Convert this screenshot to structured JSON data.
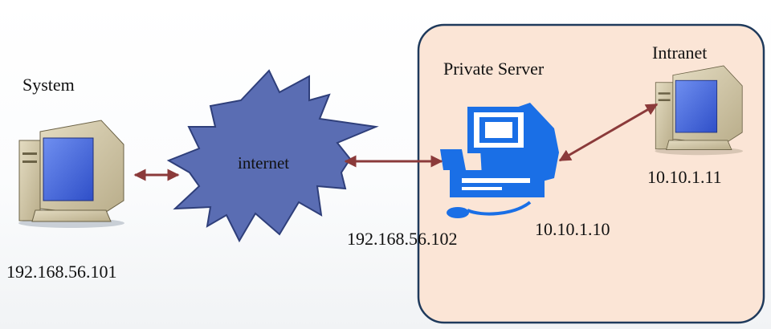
{
  "labels": {
    "system": "System",
    "internet": "internet",
    "private_server": "Private Server",
    "intranet": "Intranet"
  },
  "ips": {
    "system": "192.168.56.101",
    "private_server_external": "192.168.56.102",
    "private_server_internal": "10.10.1.10",
    "intranet": "10.10.1.11"
  },
  "colors": {
    "private_zone_fill": "#fbe5d6",
    "private_zone_border": "#1f3a5c",
    "cloud_fill": "#5a6db3",
    "cloud_stroke": "#2f3f7a",
    "arrow": "#8b3a3a",
    "server_icon": "#1a6fe6",
    "computer_screen": "#4a6fe0"
  },
  "icons": {
    "system": "desktop-computer-icon",
    "internet": "internet-cloud-icon",
    "private_server": "server-computer-icon",
    "intranet": "desktop-computer-icon"
  }
}
